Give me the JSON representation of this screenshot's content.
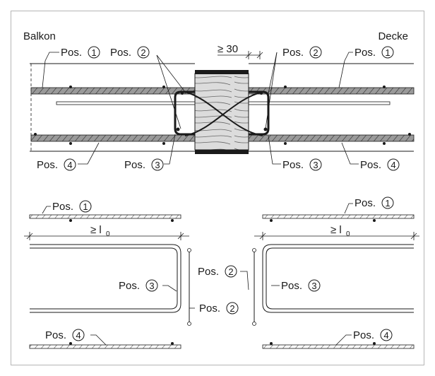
{
  "titles": {
    "left": "Balkon",
    "right": "Decke"
  },
  "dims": {
    "gap": "≥ 30",
    "lap_left": "≥ l",
    "lap_right": "≥ l",
    "lap_sub": "0"
  },
  "pos_word": "Pos.",
  "nums": {
    "p1": "1",
    "p2": "2",
    "p3": "3",
    "p4": "4"
  },
  "colors": {
    "ink": "#1a1a1a",
    "concrete": "#9a9a9a",
    "insulation": "#dcdcdc",
    "frame": "#b5b5b5"
  }
}
